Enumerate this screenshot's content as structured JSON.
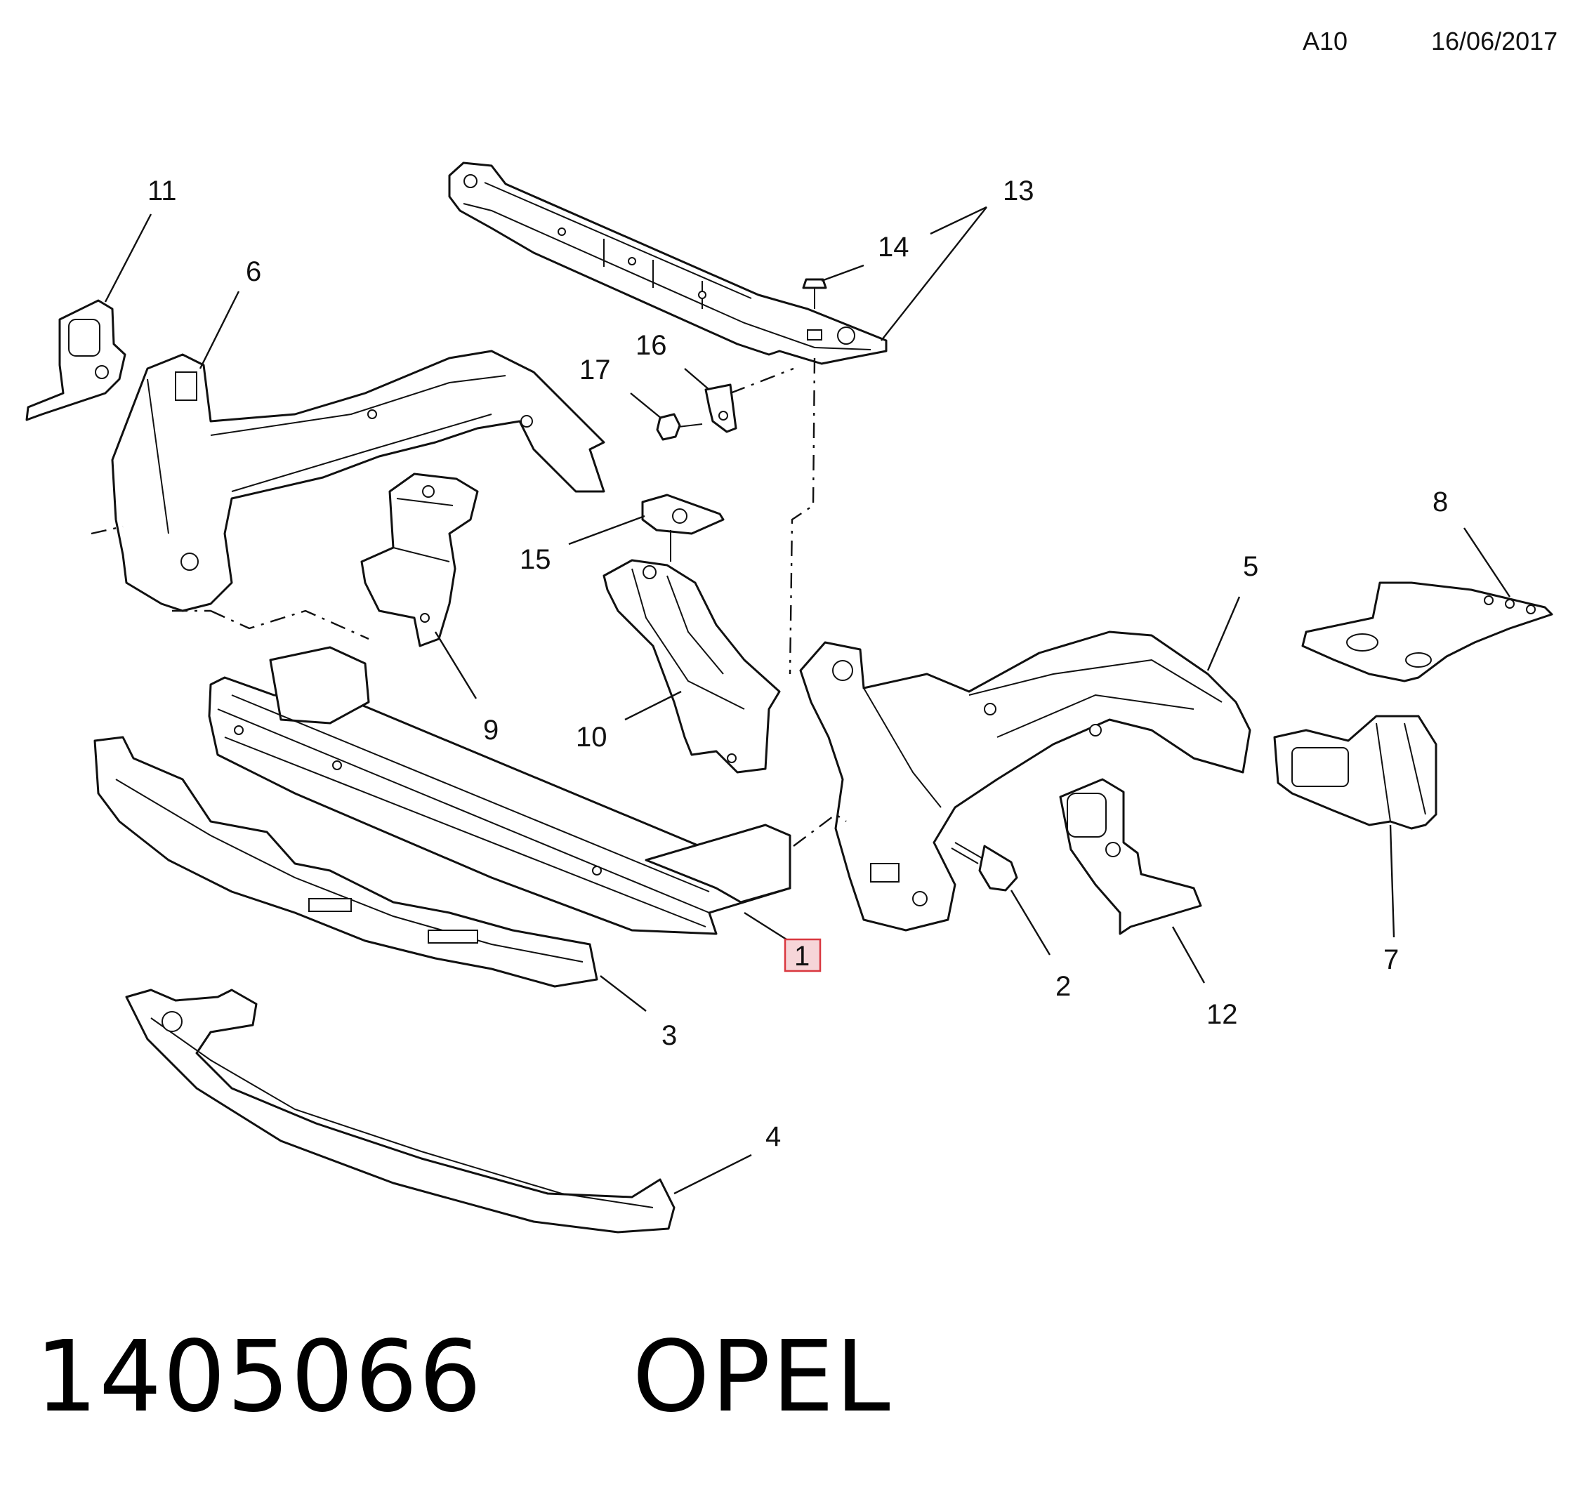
{
  "header": {
    "sheet": "A10",
    "date": "16/06/2017"
  },
  "callouts": {
    "c1": "1",
    "c2": "2",
    "c3": "3",
    "c4": "4",
    "c5": "5",
    "c6": "6",
    "c7": "7",
    "c8": "8",
    "c9": "9",
    "c10": "10",
    "c11": "11",
    "c12": "12",
    "c13": "13",
    "c14": "14",
    "c15": "15",
    "c16": "16",
    "c17": "17"
  },
  "highlighted_callout": "1",
  "colors": {
    "highlight_fill": "#f6d5d8",
    "highlight_stroke": "#d9373f",
    "line": "#111111"
  },
  "footer": {
    "part_number": "1405066",
    "brand": "OPEL"
  }
}
